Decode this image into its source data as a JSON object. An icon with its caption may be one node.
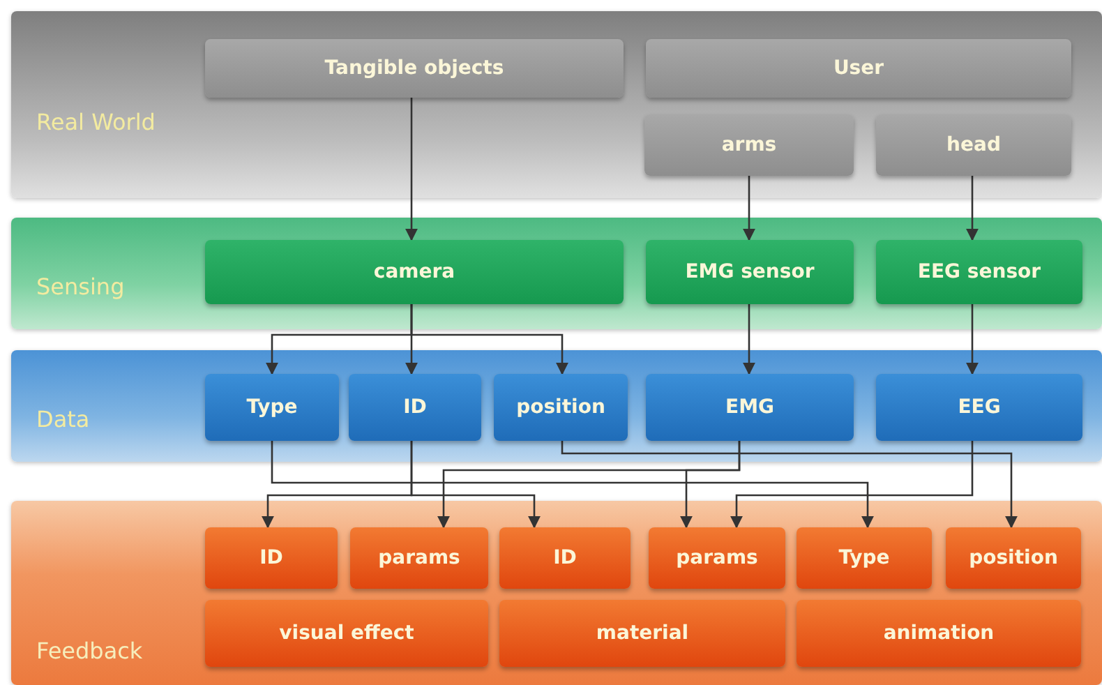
{
  "diagram": {
    "nodes": [
      {
        "text": [
          "Real World"
        ]
      },
      {
        "text": [
          "Tangible objects"
        ],
        "in": 0
      },
      {
        "text": [
          "User"
        ],
        "in": 0
      },
      {
        "text": [
          "arms"
        ],
        "in": 0
      },
      {
        "text": [
          "head"
        ],
        "in": 0
      },
      {
        "text": [
          "Sensing"
        ]
      },
      {
        "text": [
          "camera"
        ],
        "in": 5
      },
      {
        "text": [
          "EMG sensor"
        ],
        "in": 5
      },
      {
        "text": [
          "EEG sensor"
        ],
        "in": 5
      },
      {
        "text": [
          "Data"
        ]
      },
      {
        "text": [
          "Type"
        ],
        "in": 9
      },
      {
        "text": [
          "ID"
        ],
        "in": 9
      },
      {
        "text": [
          "position"
        ],
        "in": 9
      },
      {
        "text": [
          "EMG"
        ],
        "in": 9
      },
      {
        "text": [
          "EEG"
        ],
        "in": 9
      },
      {
        "text": [
          "Feedback"
        ]
      },
      {
        "text": [
          "ID"
        ],
        "in": 15
      },
      {
        "text": [
          "params"
        ],
        "in": 15
      },
      {
        "text": [
          "ID"
        ],
        "in": 15
      },
      {
        "text": [
          "params"
        ],
        "in": 15
      },
      {
        "text": [
          "Type"
        ],
        "in": 15
      },
      {
        "text": [
          "position"
        ],
        "in": 15
      },
      {
        "text": [
          "visual effect"
        ],
        "in": 15
      },
      {
        "text": [
          "material"
        ],
        "in": 15
      },
      {
        "text": [
          "animation"
        ],
        "in": 15
      }
    ],
    "edges": [
      {
        "from": 1,
        "to": 6,
        "arrow": "to"
      },
      {
        "from": 3,
        "to": 7,
        "arrow": "to"
      },
      {
        "from": 4,
        "to": 8,
        "arrow": "to"
      },
      {
        "from": 6,
        "to": 10,
        "arrow": "to"
      },
      {
        "from": 6,
        "to": 11,
        "arrow": "to"
      },
      {
        "from": 6,
        "to": 12,
        "arrow": "to"
      },
      {
        "from": 7,
        "to": 13,
        "arrow": "to"
      },
      {
        "from": 8,
        "to": 14,
        "arrow": "to"
      },
      {
        "from": 10,
        "to": 20,
        "arrow": "to"
      },
      {
        "from": 11,
        "to": 16,
        "arrow": "to"
      },
      {
        "from": 11,
        "to": 18,
        "arrow": "to"
      },
      {
        "from": 12,
        "to": 21,
        "arrow": "to"
      },
      {
        "from": 13,
        "to": 17,
        "arrow": "to"
      },
      {
        "from": 13,
        "to": 19,
        "arrow": "to"
      },
      {
        "from": 14,
        "to": 19,
        "arrow": "to"
      }
    ]
  }
}
